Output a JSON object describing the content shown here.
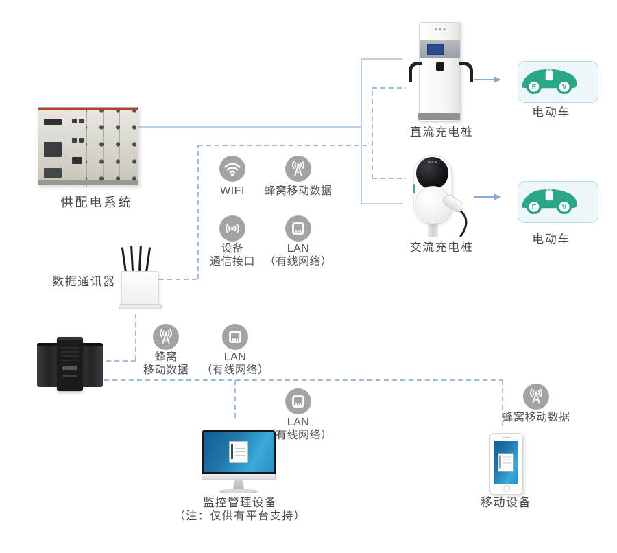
{
  "colors": {
    "line_solid": "#a6c4e2",
    "line_dashed": "#8cb2d9",
    "arrow": "#85abdc",
    "icon_gray": "#a3a3a3",
    "car_green": "#2aa789",
    "car_box_bg": "#edf7f9",
    "car_box_border": "#b5d9df",
    "label_text": "#4a4a4a"
  },
  "nodes": {
    "power_cabinet": {
      "label": "供配电系统"
    },
    "data_communicator": {
      "label": "数据通讯器"
    },
    "dc_charger": {
      "label": "直流充电桩"
    },
    "ac_charger": {
      "label": "交流充电桩"
    },
    "ev_top": {
      "label": "电动车"
    },
    "ev_bottom": {
      "label": "电动车"
    },
    "monitor": {
      "label": "监控管理设备",
      "note": "（注：仅供有平台支持）"
    },
    "mobile": {
      "label": "移动设备"
    }
  },
  "ev_icon": {
    "wheel_left": "E",
    "wheel_right": "V"
  },
  "badges": [
    {
      "icon": "wifi-icon",
      "lines": [
        "WIFI"
      ]
    },
    {
      "icon": "cellular-data-icon",
      "lines": [
        "蜂窝移动数据"
      ]
    },
    {
      "icon": "device-interface-icon",
      "lines": [
        "设备",
        "通信接口"
      ]
    },
    {
      "icon": "lan-icon",
      "lines": [
        "LAN",
        "（有线网络）"
      ]
    },
    {
      "icon": "cellular-data-icon",
      "lines": [
        "蜂窝",
        "移动数据"
      ]
    },
    {
      "icon": "lan-icon",
      "lines": [
        "LAN",
        "（有线网络）"
      ]
    },
    {
      "icon": "lan-icon",
      "lines": [
        "LAN",
        "（有线网络）"
      ]
    },
    {
      "icon": "cellular-data-icon",
      "lines": [
        "蜂窝移动数据"
      ]
    }
  ]
}
